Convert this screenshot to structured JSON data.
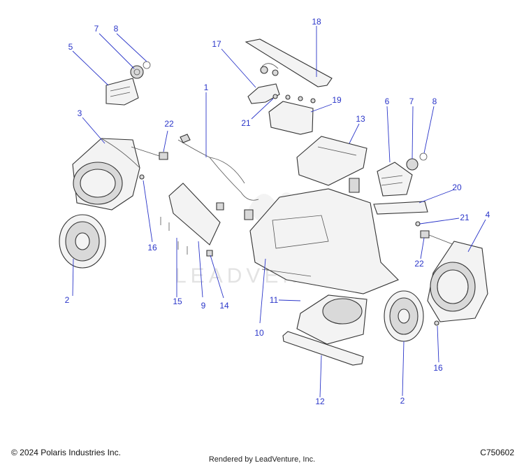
{
  "diagram": {
    "callouts": [
      "1",
      "2",
      "2",
      "3",
      "4",
      "5",
      "6",
      "7",
      "7",
      "8",
      "8",
      "9",
      "10",
      "11",
      "12",
      "13",
      "14",
      "15",
      "16",
      "16",
      "17",
      "18",
      "19",
      "20",
      "21",
      "21",
      "22",
      "22"
    ],
    "watermark": "LEADVENTURE"
  },
  "footer": {
    "copyright": "© 2024 Polaris Industries Inc.",
    "rendered_by": "Rendered by LeadVenture, Inc.",
    "diagram_code": "C750602"
  },
  "colors": {
    "callout": "#2a35c9",
    "line": "#333333",
    "fill": "#f3f3f3"
  }
}
